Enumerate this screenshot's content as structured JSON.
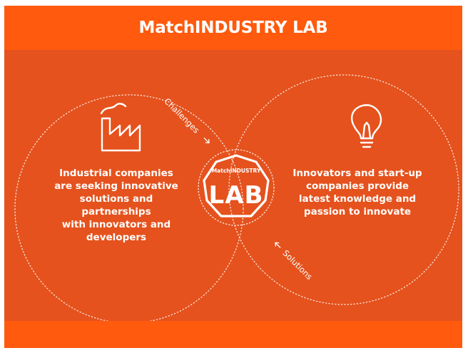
{
  "title": "MatchINDUSTRY LAB",
  "flows": {
    "challenges": "Challenges",
    "solutions": "Solutions"
  },
  "center_badge": {
    "small": "MatchINDUSTRY",
    "big": "LAB"
  },
  "left": {
    "icon": "factory-icon",
    "lines": [
      "Industrial companies",
      "are seeking innovative",
      "solutions and",
      "partnerships",
      "with innovators and",
      "developers"
    ]
  },
  "right": {
    "icon": "lightbulb-icon",
    "lines": [
      "Innovators and start-up",
      "companies provide",
      "latest knowledge and",
      "passion to innovate"
    ]
  },
  "colors": {
    "background": "#e5521d",
    "bars": "#ff5a0d",
    "foreground": "#ffffff"
  }
}
